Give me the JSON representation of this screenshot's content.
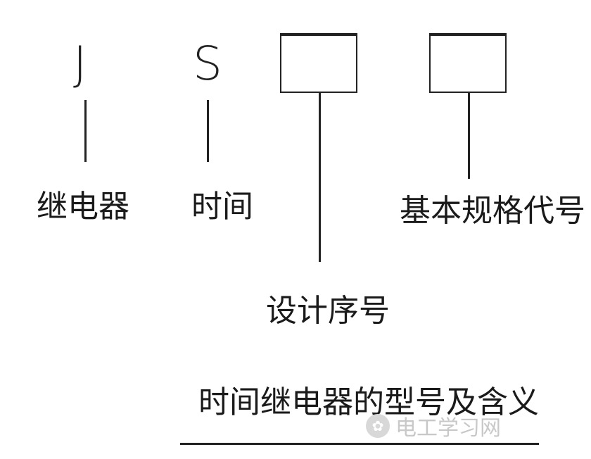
{
  "code": {
    "letter_1": "J",
    "letter_2": "S"
  },
  "labels": {
    "relay": "继电器",
    "time": "时间",
    "design_serial": "设计序号",
    "basic_spec_code": "基本规格代号"
  },
  "caption": "时间继电器的型号及含义",
  "watermark": {
    "text": "电工学习网",
    "icon": "wechat-logo-icon"
  }
}
